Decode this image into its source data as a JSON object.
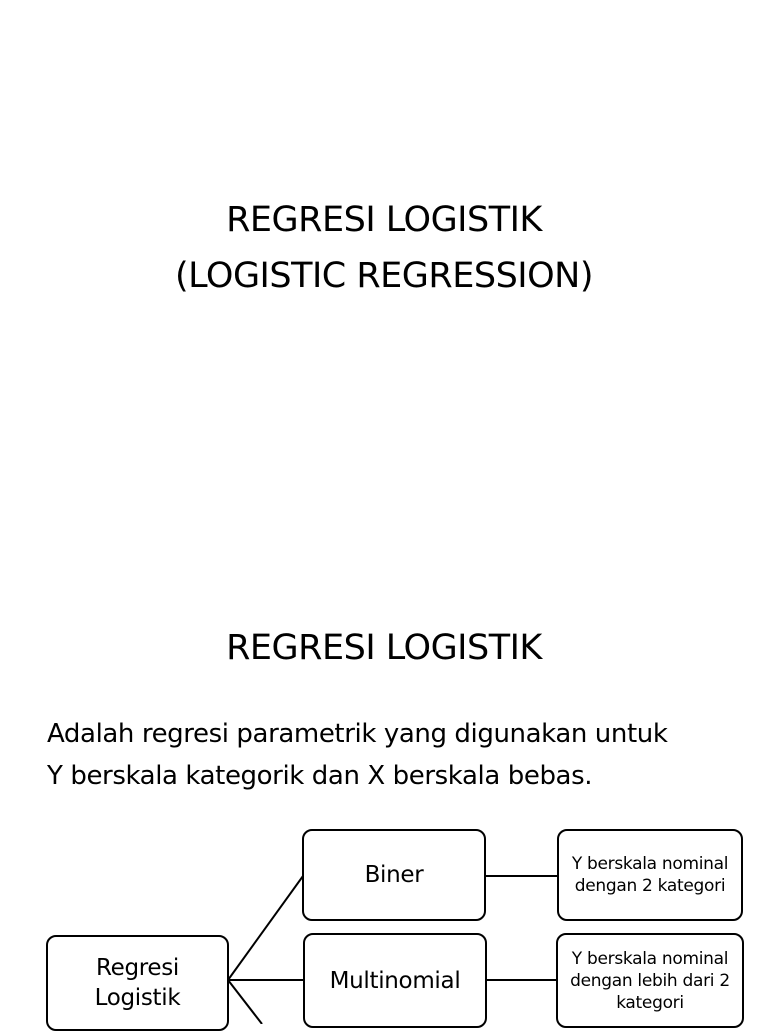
{
  "slide1": {
    "title_line1": "REGRESI LOGISTIK",
    "title_line2": "(LOGISTIC REGRESSION)"
  },
  "slide2": {
    "title": "REGRESI LOGISTIK",
    "body_line1": "Adalah regresi parametrik yang digunakan untuk",
    "body_line2": "Y berskala kategorik dan X berskala bebas.",
    "diagram": {
      "root_line1": "Regresi",
      "root_line2": "Logistik",
      "types": [
        {
          "label": "Biner",
          "desc_lines": [
            "Y berskala nominal",
            "dengan 2 kategori"
          ]
        },
        {
          "label": "Multinomial",
          "desc_lines": [
            "Y berskala nominal",
            "dengan lebih dari 2",
            "kategori"
          ]
        }
      ]
    }
  }
}
